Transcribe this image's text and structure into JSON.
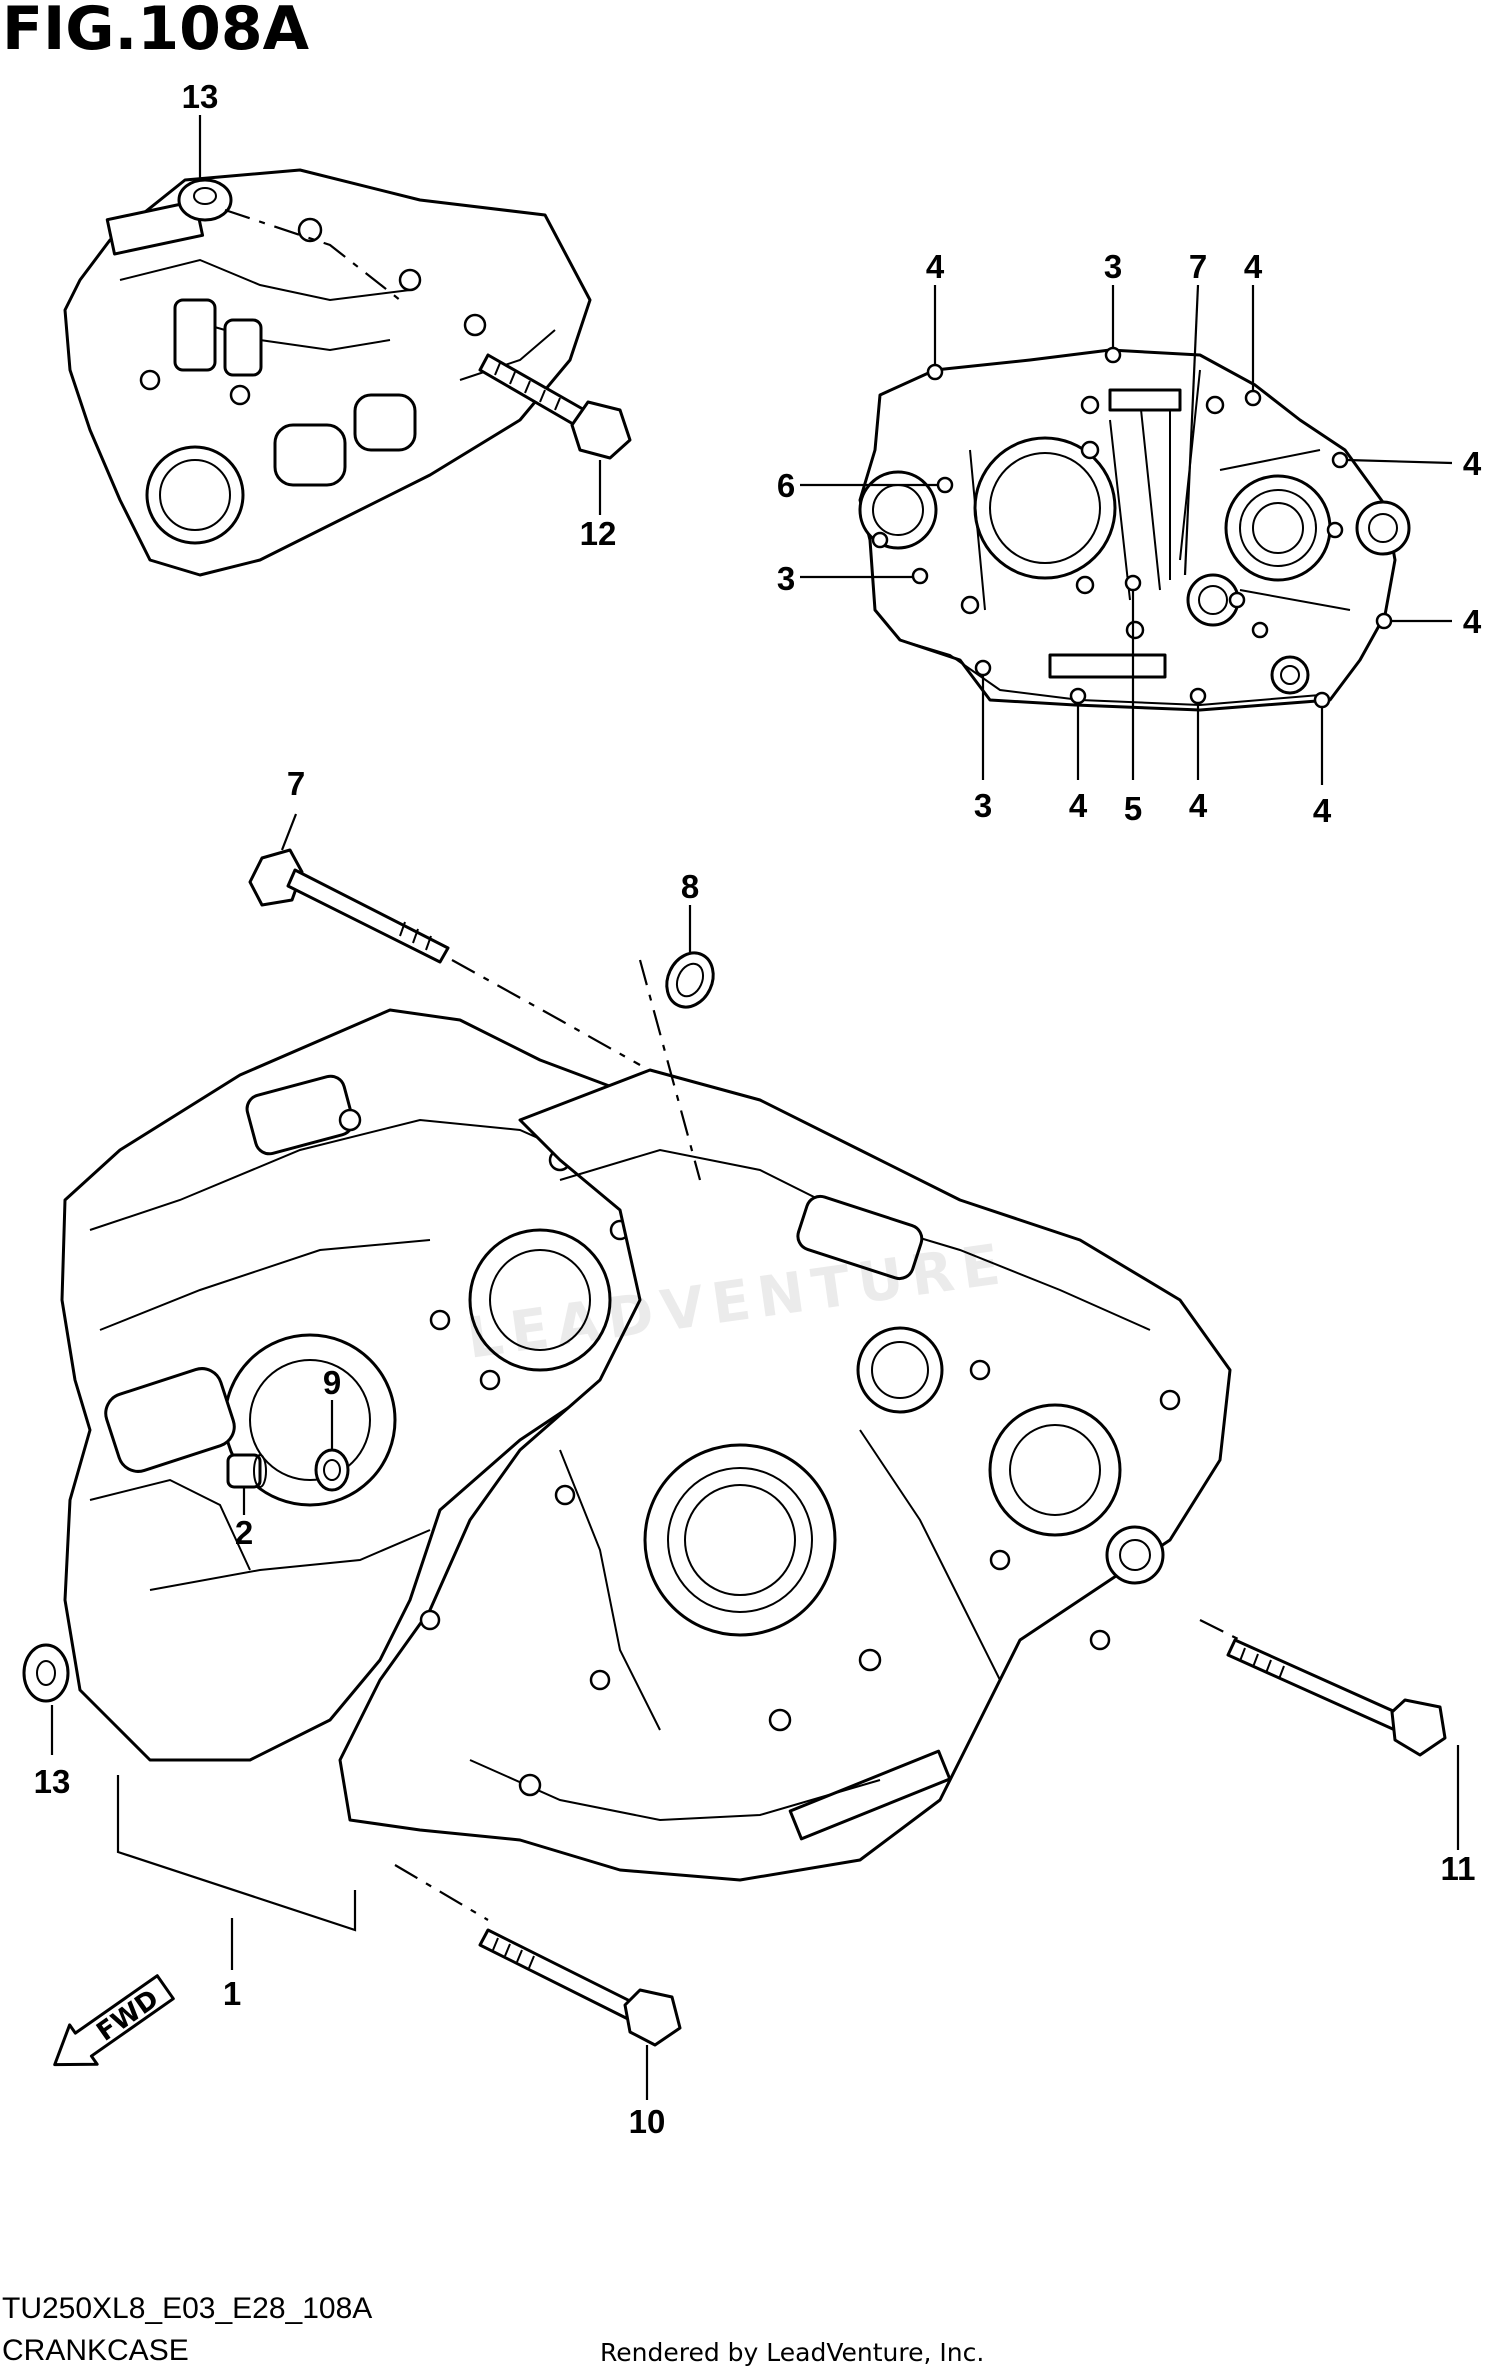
{
  "figure": {
    "title": "FIG.108A",
    "code": "TU250XL8_E03_E28_108A",
    "name": "CRANKCASE",
    "credit": "Rendered by LeadVenture, Inc.",
    "watermark": "LEADVENTURE"
  },
  "labels": {
    "l13a": "13",
    "l12": "12",
    "t4a": "4",
    "t3a": "3",
    "t7a": "7",
    "t4b": "4",
    "t4c": "4",
    "t6": "6",
    "t3b": "3",
    "t4d": "4",
    "t3c": "3",
    "t4e": "4",
    "t5": "5",
    "t4f": "4",
    "t4g": "4",
    "l7": "7",
    "l8": "8",
    "l9": "9",
    "l2": "2",
    "l13b": "13",
    "l1": "1",
    "l11": "11",
    "l10": "10"
  },
  "fwd_label": "FWD"
}
